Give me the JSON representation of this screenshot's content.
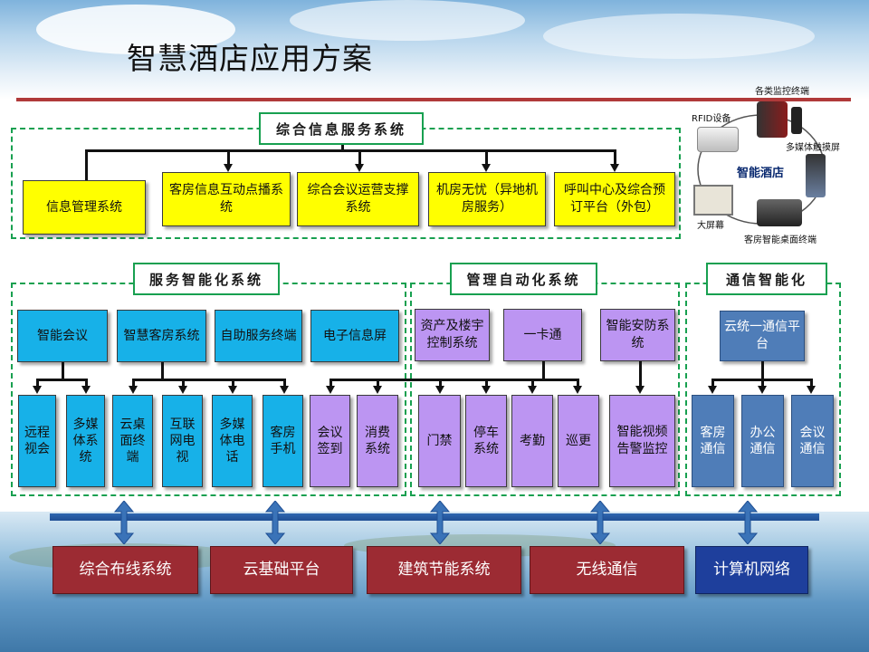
{
  "title": "智慧酒店应用方案",
  "integrated": {
    "label": "综合信息服务系统",
    "items": [
      "信息管理系统",
      "客房信息互动点播系统",
      "综合会议运营支撑系统",
      "机房无忧（异地机房服务）",
      "呼叫中心及综合预订平台（外包）"
    ]
  },
  "devices": {
    "center": "智能酒店",
    "monitor": "各类监控终端",
    "rfid": "RFID设备",
    "touch": "多媒体触摸屏",
    "screen": "大屏幕",
    "desk": "客房智能桌面终端"
  },
  "service": {
    "label": "服务智能化系统",
    "top": [
      "智能会议",
      "智慧客房系统",
      "自助服务终端",
      "电子信息屏"
    ],
    "bottom": [
      "远程视会",
      "多媒体系统",
      "云桌面终端",
      "互联网电视",
      "多媒体电话",
      "客房手机",
      "会议签到",
      "消费系统"
    ]
  },
  "management": {
    "label": "管理自动化系统",
    "top": [
      "资产及楼宇控制系统",
      "一卡通",
      "智能安防系统"
    ],
    "bottom": [
      "门禁",
      "停车系统",
      "考勤",
      "巡更",
      "智能视频告警监控"
    ]
  },
  "communication": {
    "label": "通信智能化",
    "top": [
      "云统一通信平台"
    ],
    "bottom": [
      "客房通信",
      "办公通信",
      "会议通信"
    ]
  },
  "infrastructure": [
    "综合布线系统",
    "云基础平台",
    "建筑节能系统",
    "无线通信",
    "计算机网络"
  ],
  "colors": {
    "frame": "#18a050",
    "yellow": "#ffff00",
    "cyan": "#17b1e8",
    "purple": "#bc95f2",
    "steel": "#4f7db8",
    "red": "#9c2b33",
    "navy": "#1e3f9c",
    "rule": "#b03a3a"
  }
}
